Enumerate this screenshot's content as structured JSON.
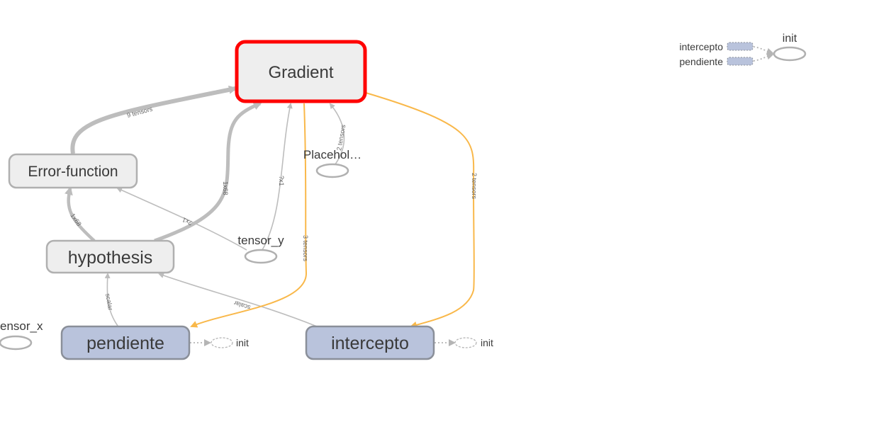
{
  "nodes": {
    "gradient": "Gradient",
    "error_function": "Error-function",
    "hypothesis": "hypothesis",
    "pendiente": "pendiente",
    "intercepto": "intercepto",
    "placeholder": "Placehol…",
    "tensor_y": "tensor_y",
    "tensor_x": "ensor_x"
  },
  "init_labels": {
    "pendiente_init": "init",
    "intercepto_init": "init"
  },
  "edge_labels": {
    "error_to_gradient": "9 tensors",
    "hypothesis_to_error": "1x68",
    "hypothesis_to_gradient": "1x68",
    "tensor_y_to_error": "?x1",
    "tensor_y_to_gradient": "?x1",
    "placeholder_to_gradient": "2 tensors",
    "gradient_to_pendiente": "3 tensors",
    "gradient_to_intercepto": "2 tensors",
    "pendiente_to_hypothesis": "scalar",
    "intercepto_to_hypothesis": "scalar"
  },
  "legend": {
    "init_title": "init",
    "item1": "intercepto",
    "item2": "pendiente"
  },
  "colors": {
    "selected_border": "#ff0000",
    "variable_fill": "#b9c3dc",
    "op_fill": "#eeeeee",
    "ref_edge": "#f9b84a",
    "data_edge": "#bdbdbd"
  }
}
